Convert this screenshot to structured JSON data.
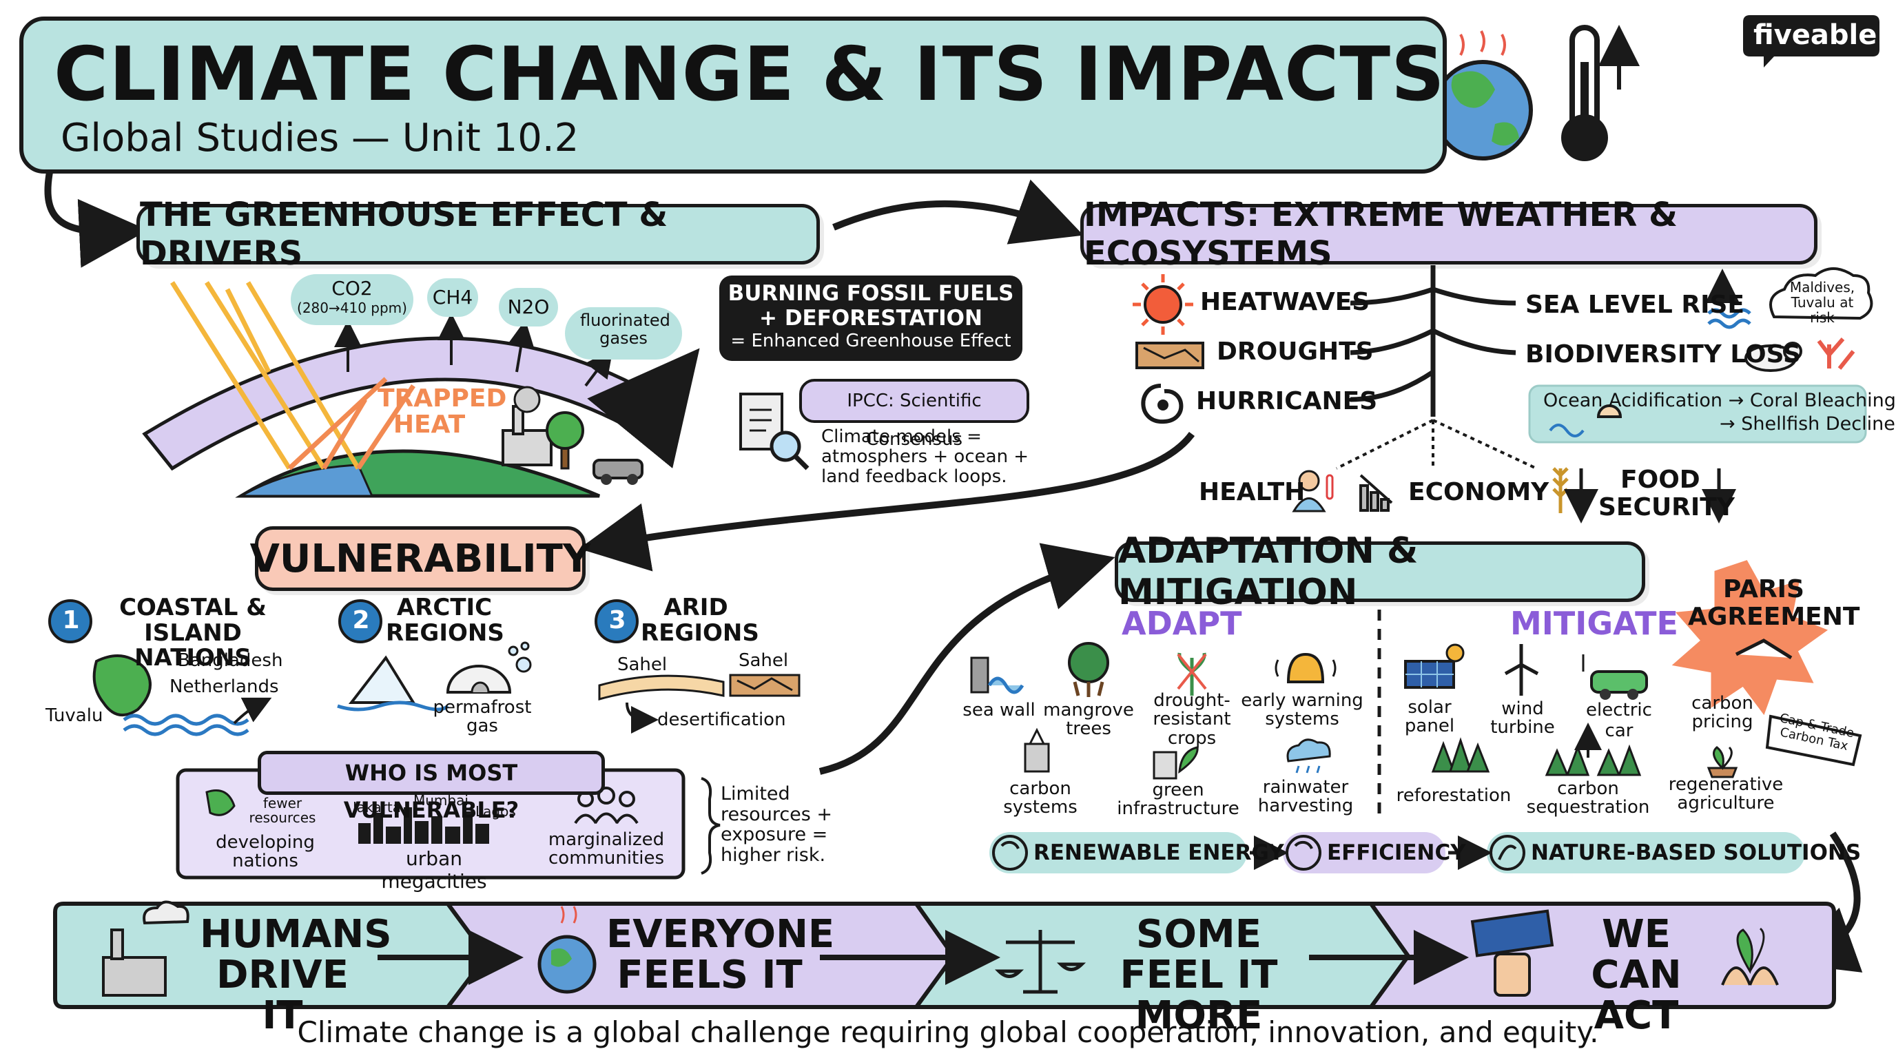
{
  "header": {
    "title": "CLIMATE CHANGE & ITS IMPACTS",
    "subtitle": "Global Studies — Unit 10.2",
    "brand": "fiveable"
  },
  "greenhouse": {
    "heading": "THE GREENHOUSE EFFECT & DRIVERS",
    "gases": {
      "co2": "CO2",
      "co2_range": "(280→410 ppm)",
      "ch4": "CH4",
      "n2o": "N2O",
      "fluorinated": "fluorinated gases"
    },
    "trapped_heat": "TRAPPED HEAT",
    "drivers_box": {
      "line1": "BURNING FOSSIL FUELS",
      "line2": "+ DEFORESTATION",
      "line3": "= Enhanced Greenhouse Effect"
    },
    "ipcc": {
      "label": "IPCC: Scientific Consensus",
      "models": "Climate models = atmosphers + ocean + land feedback loops."
    }
  },
  "impacts": {
    "heading": "IMPACTS: EXTREME WEATHER & ECOSYSTEMS",
    "left": [
      "HEATWAVES",
      "DROUGHTS",
      "HURRICANES"
    ],
    "sea_level": "SEA LEVEL RISE",
    "sea_level_note": "Maldives, Tuvalu at risk",
    "biodiversity": "BIODIVERSITY LOSS",
    "ocean_line1": "Ocean Acidification → Coral Bleaching",
    "ocean_line2": "→ Shellfish Decline",
    "health": "HEALTH",
    "economy": "ECONOMY",
    "food": "FOOD",
    "security": "SECURITY"
  },
  "vulnerability": {
    "heading": "VULNERABILITY",
    "regions": [
      {
        "num": "1",
        "title": "COASTAL & ISLAND NATIONS"
      },
      {
        "num": "2",
        "title": "ARCTIC REGIONS"
      },
      {
        "num": "3",
        "title": "ARID REGIONS"
      }
    ],
    "coastal_places": {
      "bangladesh": "Bangladesh",
      "netherlands": "Netherlands",
      "tuvalu": "Tuvalu"
    },
    "arctic_note": "permafrost gas",
    "arid": {
      "sahel1": "Sahel",
      "sahel2": "Sahel",
      "desertification": "desertification"
    },
    "who_heading": "WHO IS MOST VULNERABLE?",
    "who": {
      "fewer": "fewer resources",
      "developing": "developing nations",
      "cities": [
        "Jakarta",
        "Mumbai",
        "Lagos"
      ],
      "megacities": "urban megacities",
      "marginalized": "marginalized communities"
    },
    "risk_note": "Limited resources + exposure = higher risk."
  },
  "adaptation": {
    "heading": "ADAPTATION & MITIGATION",
    "adapt_title": "ADAPT",
    "mitigate_title": "MITIGATE",
    "adapt_items": [
      "sea wall",
      "mangrove trees",
      "drought-resistant crops",
      "early warning systems",
      "carbon systems",
      "green infrastructure",
      "rainwater harvesting"
    ],
    "mitigate_items": [
      "solar panel",
      "wind turbine",
      "electric car",
      "carbon pricing",
      "reforestation",
      "carbon sequestration",
      "regenerative agriculture"
    ],
    "paris": "PARIS AGREEMENT",
    "cap_trade": "Cap & Trade Carbon Tax",
    "flow": [
      "RENEWABLE ENERGY",
      "EFFICIENCY",
      "NATURE-BASED SOLUTIONS"
    ]
  },
  "bottom": {
    "steps": [
      "HUMANS DRIVE IT",
      "EVERYONE FEELS IT",
      "SOME FEEL IT MORE",
      "WE CAN ACT"
    ],
    "footer": "Climate change is a global challenge requiring global cooperation, innovation, and equity."
  },
  "colors": {
    "teal": "#b9e3e0",
    "lavender": "#d9cdf1",
    "salmon": "#f9c9b7",
    "purple_text": "#8a5cd8",
    "orange": "#f58b61",
    "black": "#1a1a1a"
  }
}
